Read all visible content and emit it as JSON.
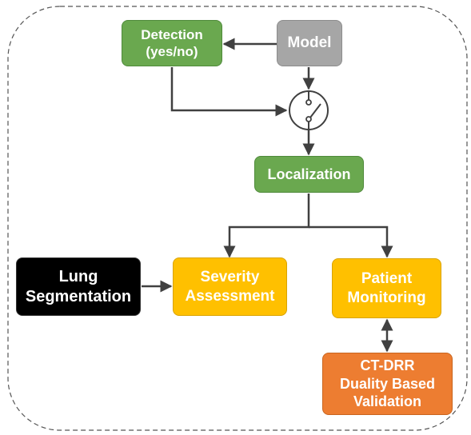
{
  "nodes": {
    "detection": {
      "line1": "Detection",
      "line2": "(yes/no)"
    },
    "model": {
      "line1": "Model"
    },
    "localization": {
      "line1": "Localization"
    },
    "lung": {
      "line1": "Lung",
      "line2": "Segmentation"
    },
    "severity": {
      "line1": "Severity",
      "line2": "Assessment"
    },
    "monitoring": {
      "line1": "Patient",
      "line2": "Monitoring"
    },
    "ctdrr": {
      "line1": "CT-DRR",
      "line2": "Duality Based",
      "line3": "Validation"
    }
  },
  "colors": {
    "green": "#6aa84f",
    "gray": "#a6a6a6",
    "black": "#000000",
    "yellow": "#ffc000",
    "orange": "#ed7d31",
    "connector": "#404040"
  }
}
